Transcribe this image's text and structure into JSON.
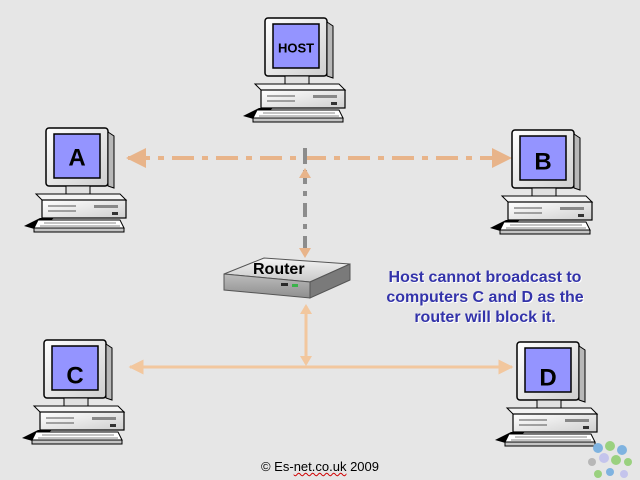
{
  "computers": {
    "host": "HOST",
    "a": "A",
    "b": "B",
    "c": "C",
    "d": "D"
  },
  "router": {
    "label": "Router"
  },
  "note": {
    "lines": [
      "Host cannot broadcast to",
      "computers C and D as the",
      "router will block it."
    ]
  },
  "footer": {
    "prefix": "© Es-",
    "misspelled": "net.co.uk",
    "suffix": " 2009"
  },
  "colors": {
    "background": "#e6e6e6",
    "screen": "#9494ff",
    "broadcast_link": "#e8b48a",
    "link_to_router": "#8c8c8c",
    "lan_link": "#f2c79e",
    "note_text": "#3333aa"
  }
}
